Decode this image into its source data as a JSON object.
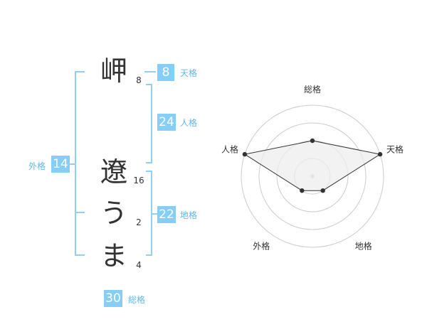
{
  "name_chars": [
    {
      "char": "岬",
      "strokes": "8"
    },
    {
      "char": "遼",
      "strokes": "16"
    },
    {
      "char": "う",
      "strokes": "2"
    },
    {
      "char": "ま",
      "strokes": "4"
    }
  ],
  "fortune": {
    "tenkaku": {
      "value": "8",
      "label": "天格"
    },
    "jinkaku": {
      "value": "24",
      "label": "人格"
    },
    "chikaku": {
      "value": "22",
      "label": "地格"
    },
    "gaikaku": {
      "value": "14",
      "label": "外格"
    },
    "soukaku": {
      "value": "30",
      "label": "総格"
    }
  },
  "colors": {
    "badge": "#85cef8",
    "bracket": "#8fd0f7",
    "label": "#5fb7ec",
    "grid": "#cccccc",
    "radar_fill": "#eeeeee",
    "radar_line": "#333333"
  },
  "chart_data": {
    "type": "radar",
    "axes": [
      "総格",
      "天格",
      "地格",
      "外格",
      "人格"
    ],
    "values": [
      2,
      4,
      1,
      1,
      4
    ],
    "range": [
      0,
      4
    ],
    "rings": 4
  }
}
